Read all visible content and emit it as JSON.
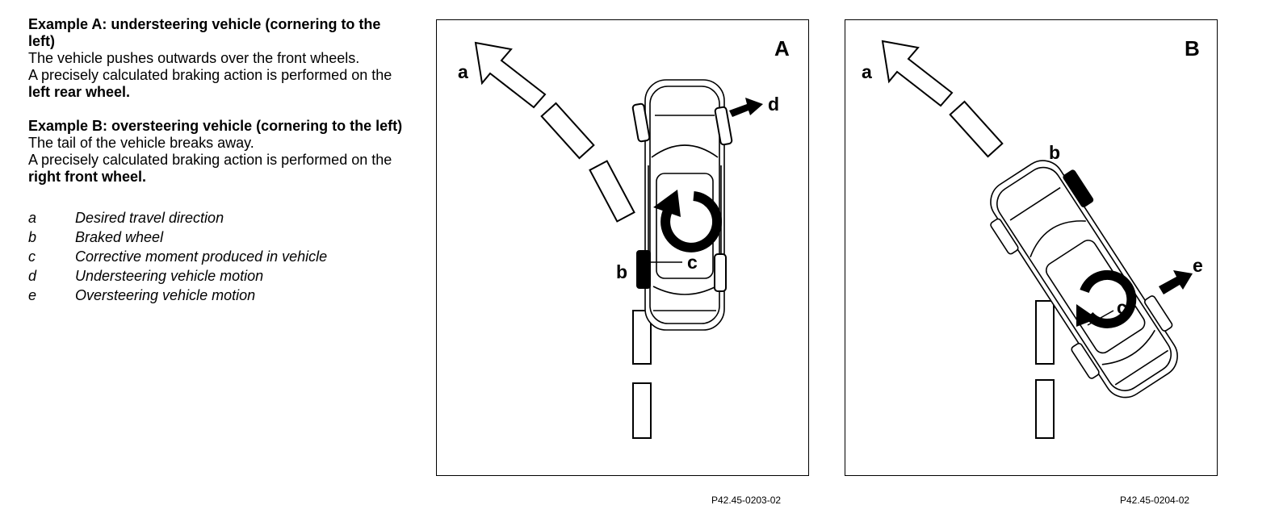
{
  "exampleA": {
    "heading": "Example A: understeering vehicle (cornering to the left)",
    "line1": "The vehicle pushes outwards over the front wheels.",
    "line2_prefix": "A precisely calculated braking action is performed on the",
    "line2_bold": "left rear wheel."
  },
  "exampleB": {
    "heading": "Example B: oversteering vehicle (cornering to the left)",
    "line1": "The tail of the vehicle breaks away.",
    "line2_prefix": "A precisely calculated braking action is performed on the",
    "line2_bold": "right front wheel."
  },
  "legend": [
    {
      "key": "a",
      "text": "Desired travel direction"
    },
    {
      "key": "b",
      "text": "Braked wheel"
    },
    {
      "key": "c",
      "text": "Corrective moment produced in vehicle"
    },
    {
      "key": "d",
      "text": "Understeering vehicle motion"
    },
    {
      "key": "e",
      "text": "Oversteering vehicle motion"
    }
  ],
  "panelA": {
    "title": "A",
    "label_a": "a",
    "label_b": "b",
    "label_c": "c",
    "label_d": "d",
    "code": "P42.45-0203-02"
  },
  "panelB": {
    "title": "B",
    "label_a": "a",
    "label_b": "b",
    "label_c": "c",
    "label_e": "e",
    "code": "P42.45-0204-02"
  }
}
